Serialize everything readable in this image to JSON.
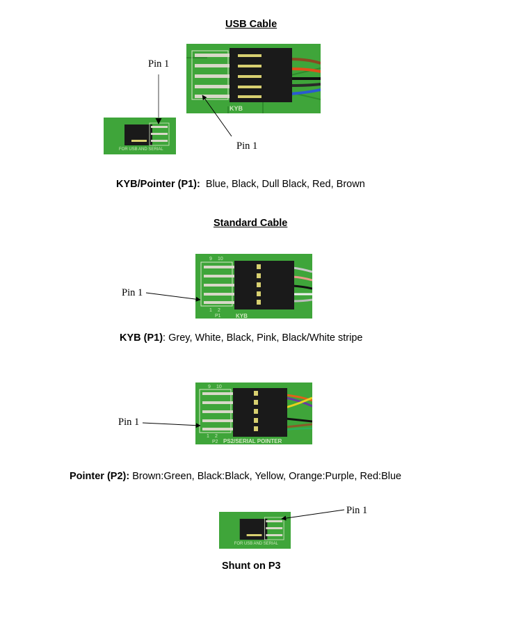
{
  "sections": {
    "usb": {
      "heading": "USB Cable",
      "pin_label_left": "Pin 1",
      "pin_label_right": "Pin 1",
      "photo_kyb_label": "KYB",
      "photo_p3_label": "FOR USB AND SERIAL",
      "caption_bold": "KYB/Pointer (P1):",
      "caption_text": "  Blue, Black, Dull Black, Red, Brown"
    },
    "standard": {
      "heading": "Standard Cable",
      "kyb": {
        "pin_label": "Pin 1",
        "photo_header_label": "KYB",
        "photo_connector": "P1",
        "photo_pin_numbers": [
          "9",
          "10",
          "1",
          "2"
        ],
        "caption_bold": "KYB (P1)",
        "caption_text": ": Grey, White, Black, Pink, Black/White stripe"
      },
      "pointer": {
        "pin_label": "Pin 1",
        "photo_header_label": "PS2/SERIAL POINTER",
        "photo_connector": "P2",
        "photo_pin_numbers": [
          "9",
          "10",
          "1",
          "2"
        ],
        "caption_bold": "Pointer (P2):",
        "caption_text": " Brown:Green, Black:Black, Yellow, Orange:Purple, Red:Blue"
      }
    },
    "shunt": {
      "pin_label": "Pin 1",
      "photo_label": "FOR USB AND SERIAL",
      "caption": "Shunt on P3"
    }
  },
  "colors": {
    "pcb_green": "#3fa53a",
    "connector_black": "#1a1a1a",
    "pin_silver": "#d8d8c8",
    "pin_gold": "#d8d070",
    "arrow_black": "#000000",
    "arrow_grey": "#6e6e6e"
  }
}
